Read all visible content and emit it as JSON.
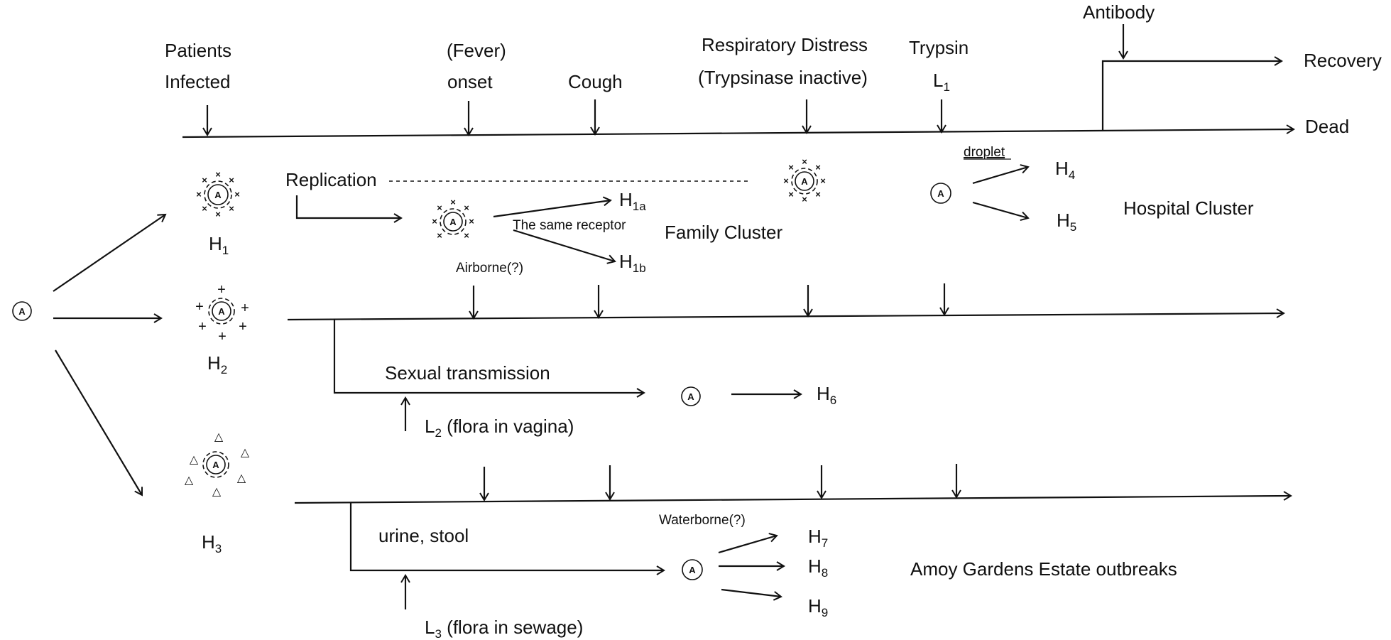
{
  "timeline": {
    "patients_infected": [
      "Patients",
      "Infected"
    ],
    "fever_onset": [
      "(Fever)",
      "onset"
    ],
    "cough": "Cough",
    "respiratory": [
      "Respiratory Distress",
      "(Trypsinase inactive)"
    ],
    "trypsin": "Trypsin",
    "l1": {
      "base": "L",
      "sub": "1"
    },
    "antibody": "Antibody",
    "recovery": "Recovery",
    "dead": "Dead"
  },
  "virus_symbol": "A",
  "hosts": {
    "h1": {
      "base": "H",
      "sub": "1"
    },
    "h2": {
      "base": "H",
      "sub": "2"
    },
    "h3": {
      "base": "H",
      "sub": "3"
    },
    "h1a": {
      "base": "H",
      "sub": "1a"
    },
    "h1b": {
      "base": "H",
      "sub": "1b"
    },
    "h4": {
      "base": "H",
      "sub": "4"
    },
    "h5": {
      "base": "H",
      "sub": "5"
    },
    "h6": {
      "base": "H",
      "sub": "6"
    },
    "h7": {
      "base": "H",
      "sub": "7"
    },
    "h8": {
      "base": "H",
      "sub": "8"
    },
    "h9": {
      "base": "H",
      "sub": "9"
    }
  },
  "branch1": {
    "replication": "Replication",
    "same_receptor": "The same receptor",
    "airborne": "Airborne(?)",
    "family_cluster": "Family Cluster",
    "droplet": "droplet",
    "hospital_cluster": "Hospital Cluster"
  },
  "branch2": {
    "sexual": "Sexual transmission",
    "l2": {
      "base": "L",
      "sub": "2",
      "rest": " (flora in vagina)"
    }
  },
  "branch3": {
    "urine": "urine, stool",
    "waterborne": "Waterborne(?)",
    "amoy": "Amoy Gardens Estate outbreaks",
    "l3": {
      "base": "L",
      "sub": "3",
      "rest": " (flora in sewage)"
    }
  },
  "surface_markers": {
    "x_marker": "×",
    "plus_marker": "+",
    "triangle_marker": "△"
  }
}
